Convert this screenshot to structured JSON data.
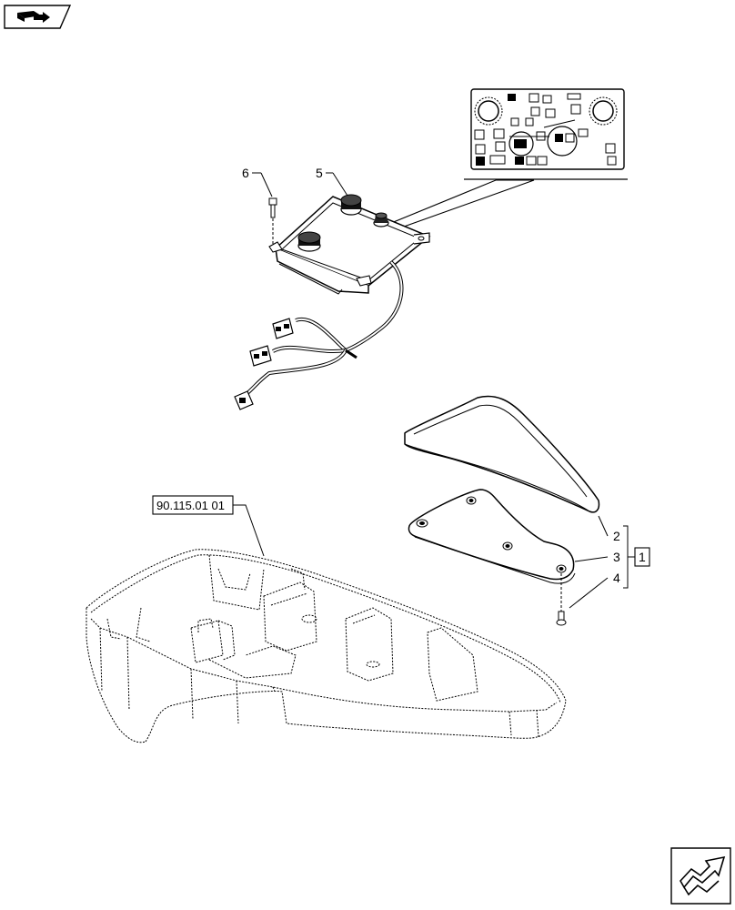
{
  "callouts": {
    "c2": "2",
    "c3": "3",
    "c4": "4",
    "c5": "5",
    "c6": "6",
    "group": "1"
  },
  "reference": "90.115.01 01",
  "icons": {
    "top_left": "book-arrow-icon",
    "bottom_right": "next-page-arrow-icon"
  }
}
